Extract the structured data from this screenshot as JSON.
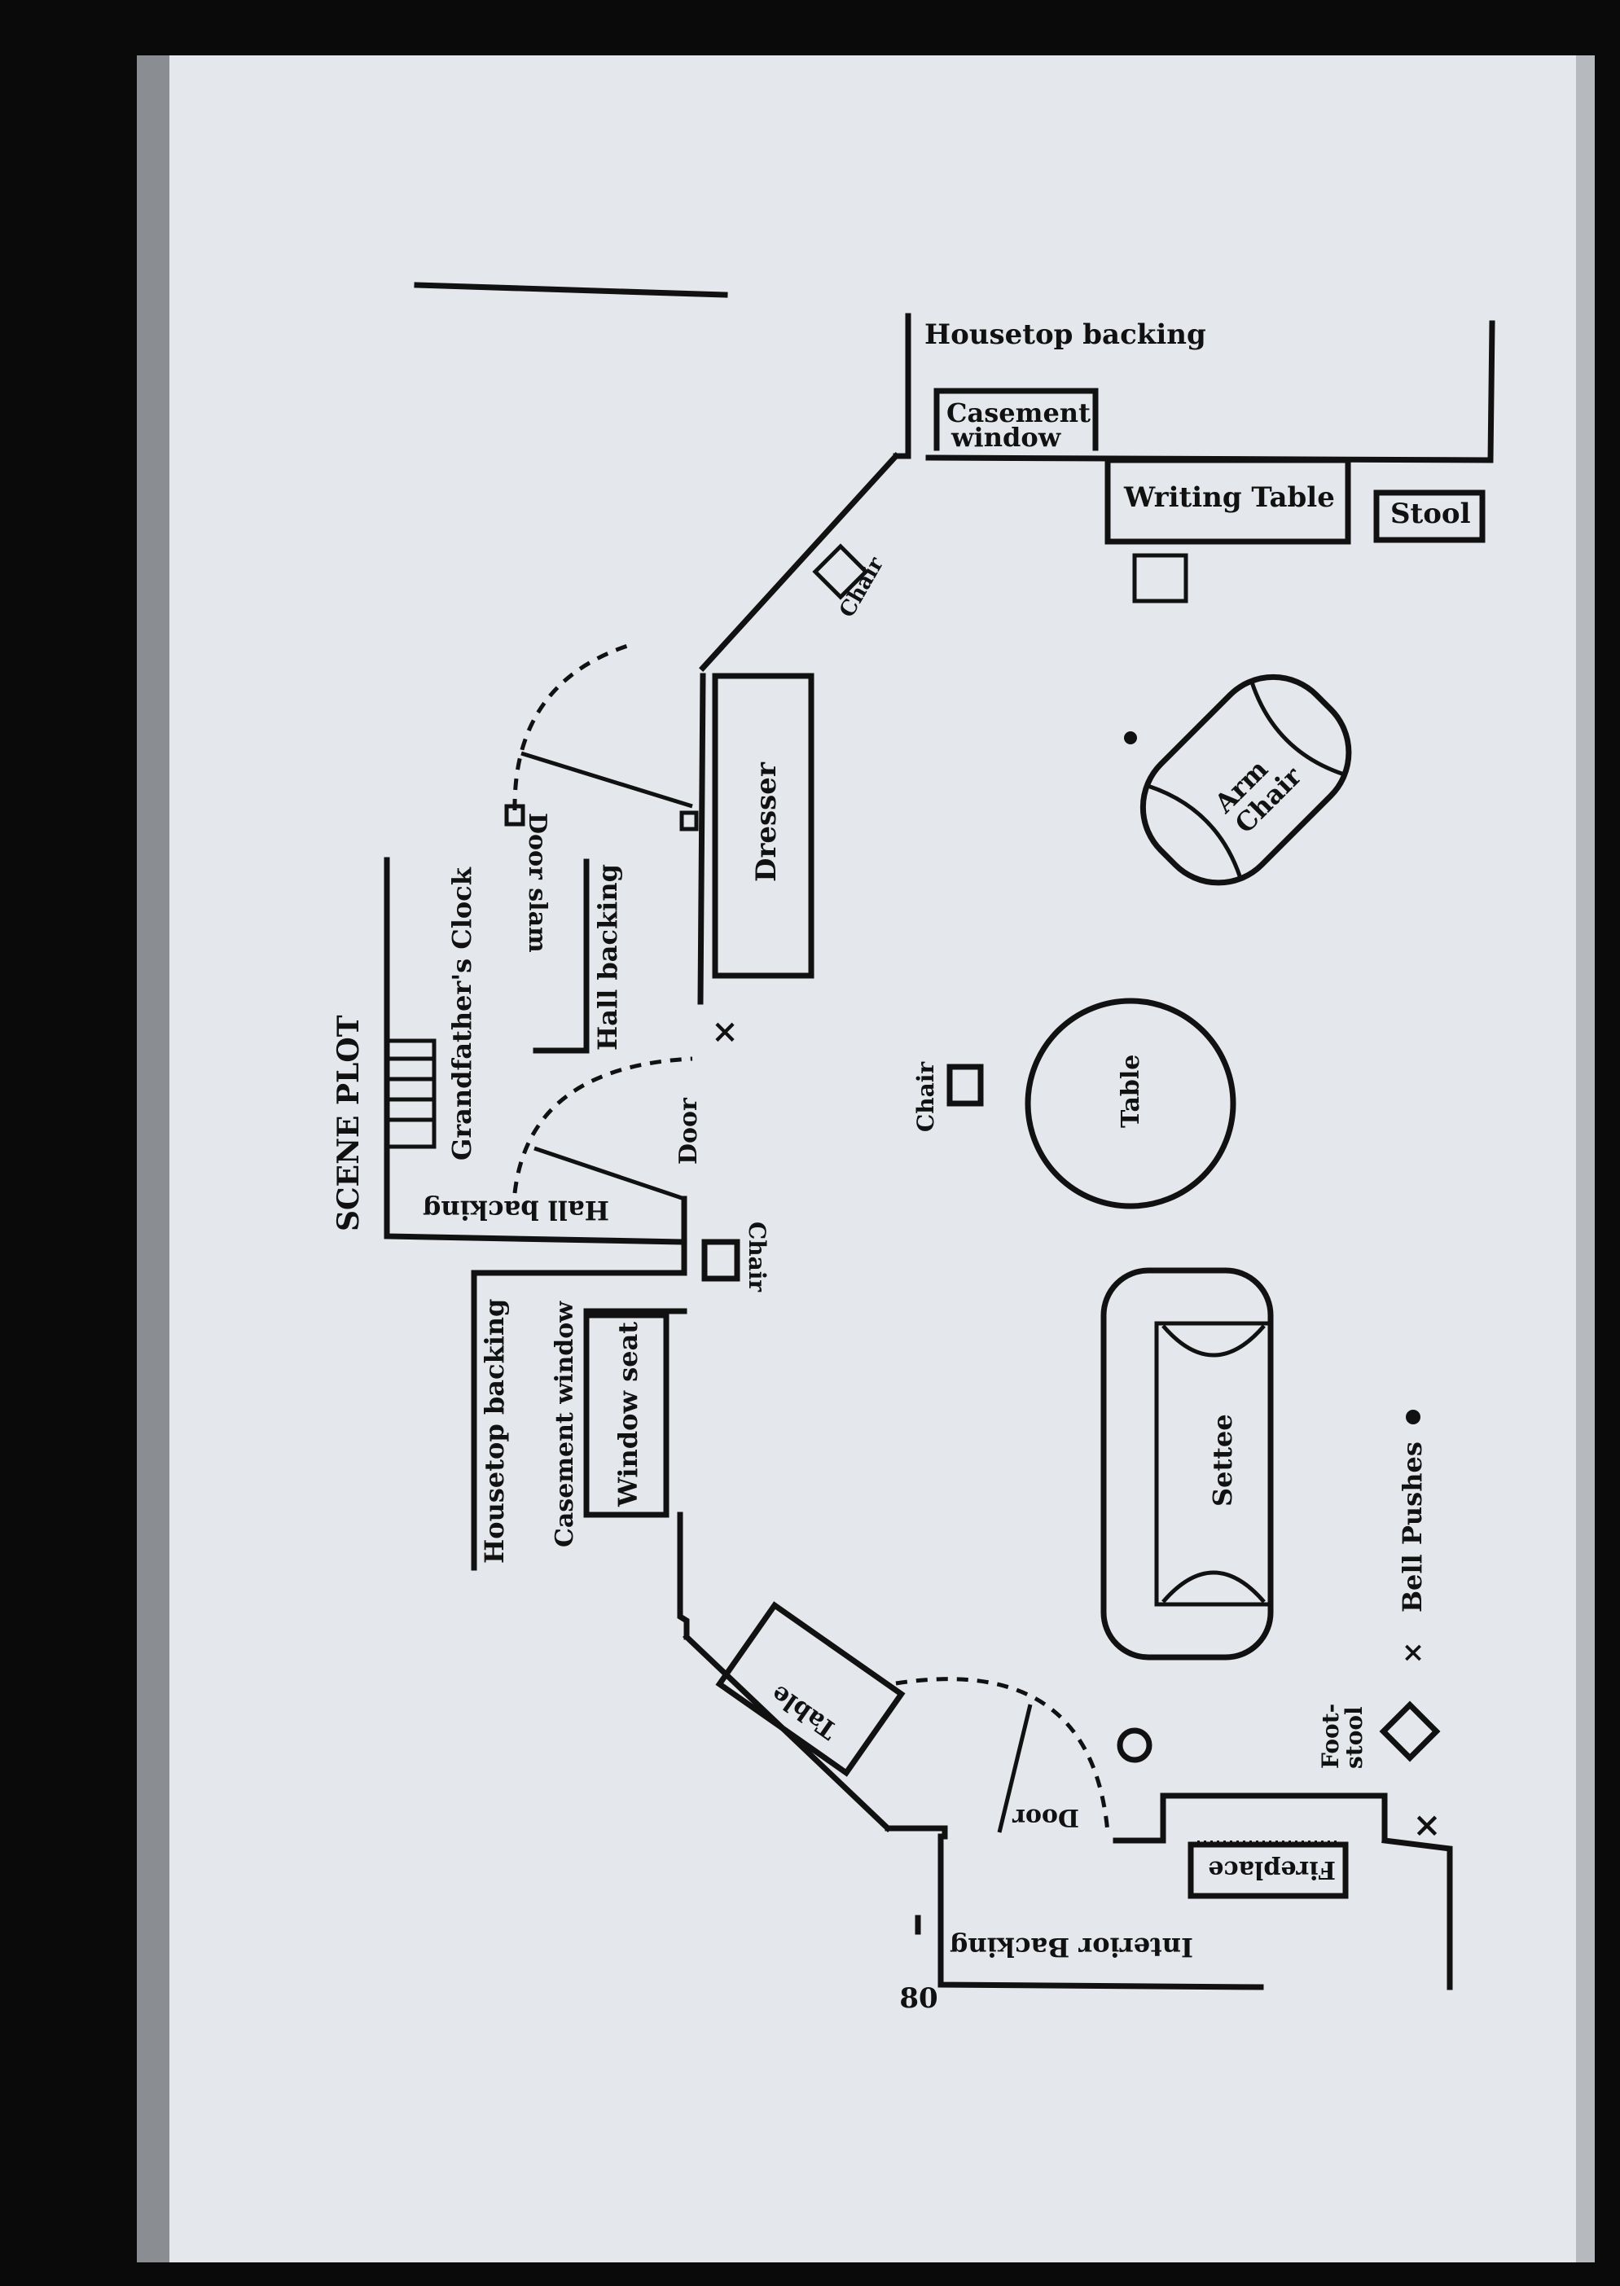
{
  "page": {
    "top_rule": "",
    "page_number": "80",
    "colors": {
      "paper": "#e4e7eb",
      "ink": "#111111",
      "background": "#0a0a0a"
    }
  },
  "scene_plot": {
    "title": "SCENE PLOT",
    "labels": {
      "housetop_backing_top": "Housetop backing",
      "casement_window_top": [
        "Casement",
        "window"
      ],
      "writing_table": "Writing Table",
      "stool": "Stool",
      "chair_top": "Chair",
      "dresser": "Dresser",
      "door_slam": "Door slam",
      "arm_chair": [
        "Arm",
        "Chair"
      ],
      "grandfathers_clock": "Grandfather's Clock",
      "hall_backing_upper": "Hall backing",
      "hall_backing_lower": "Hall backing",
      "door_center": "Door",
      "chair_center": "Chair",
      "table_round": "Table",
      "chair_window": "Chair",
      "housetop_backing_left": "Housetop backing",
      "casement_window_left": "Casement window",
      "window_seat": "Window seat",
      "settee": "Settee",
      "bell_pushes": "Bell Pushes",
      "table_angled": "Table",
      "footstool": [
        "Foot-",
        "stool"
      ],
      "door_bottom": "Door",
      "fireplace": "Fireplace",
      "interior_backing": "Interior Backing"
    },
    "legend": {
      "cross_symbol": "×",
      "bell_text": "Bell Pushes"
    }
  }
}
